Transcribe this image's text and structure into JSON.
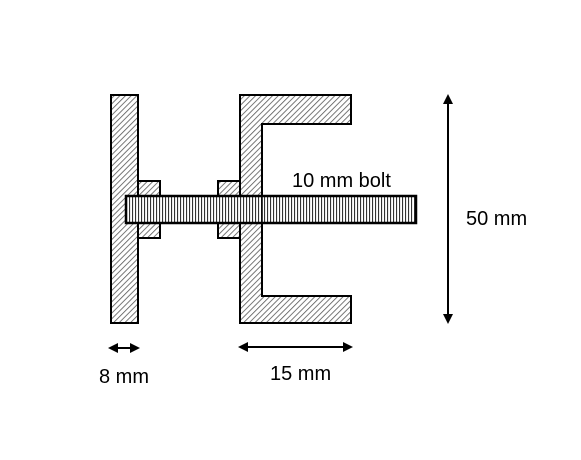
{
  "diagram": {
    "labels": {
      "bolt": "10 mm bolt",
      "height": "50 mm",
      "plate_thickness": "8 mm",
      "channel_depth": "15 mm"
    },
    "colors": {
      "stroke": "#000000",
      "hatch": "#555555",
      "background": "#ffffff"
    }
  }
}
